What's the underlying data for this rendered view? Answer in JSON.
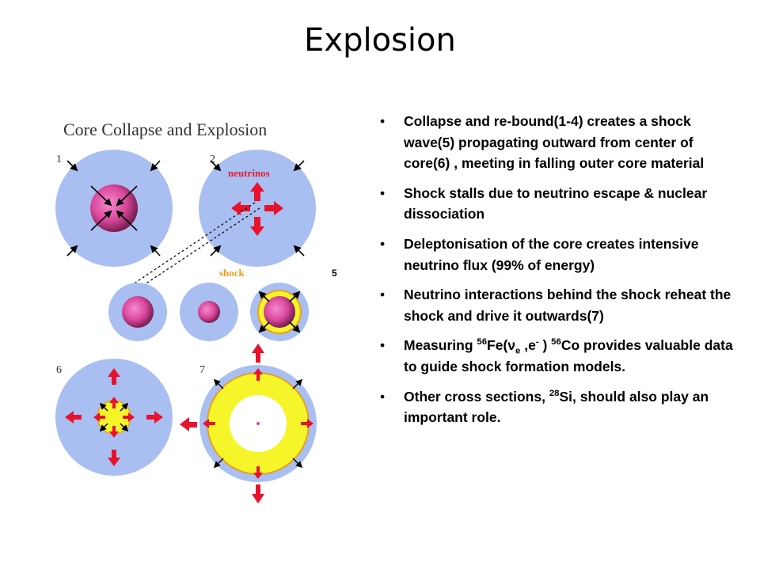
{
  "title": "Explosion",
  "figure": {
    "title": "Core Collapse and Explosion",
    "panel_numbers": [
      "1",
      "2",
      "6",
      "7"
    ],
    "neutrinos_label": "neutrinos",
    "shock_label": "shock",
    "outside_label": "5",
    "colors": {
      "outer_core": "#a9bff2",
      "inner_core": "#d9479a",
      "shock_shell": "#f5f52a",
      "arrow": "#e8122c",
      "neutrino_text": "#e81a2f",
      "shock_text": "#e6a020"
    }
  },
  "bullets": [
    {
      "text": "Collapse and re-bound(1-4) creates a shock wave(5) propagating outward from center of core(6) , meeting in falling outer core material"
    },
    {
      "text": "Shock stalls due to neutrino escape & nuclear dissociation"
    },
    {
      "text": "Deleptonisation of the core creates intensive neutrino flux (99% of energy)"
    },
    {
      "text": "Neutrino interactions behind the shock reheat the shock and drive it outwards(7)"
    },
    {
      "pre": "Measuring ",
      "sup1": "56",
      "mid1": "Fe(",
      "greek": "ν",
      "sub1": "e",
      "mid2": " ,e",
      "sup2": "-",
      "mid3": " ) ",
      "sup3": "56",
      "post": "Co  provides valuable data to guide shock formation models."
    },
    {
      "pre": "Other cross sections, ",
      "sup1": "28",
      "post": "Si, should also play an important role."
    }
  ]
}
